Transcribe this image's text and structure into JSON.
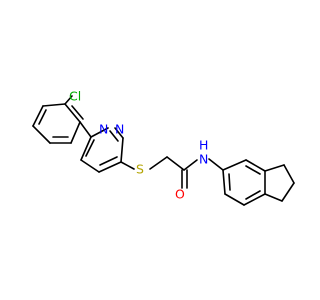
{
  "molecule": {
    "atoms": {
      "Cl": {
        "text": "Cl",
        "color": "#00aa00"
      },
      "N1": {
        "text": "N",
        "color": "#0000ff"
      },
      "N2": {
        "text": "N",
        "color": "#0000ff"
      },
      "S": {
        "text": "S",
        "color": "#b3a400"
      },
      "O": {
        "text": "O",
        "color": "#ff0000"
      },
      "NH": {
        "text": "N",
        "color": "#0000ff"
      },
      "H": {
        "text": "H",
        "color": "#0000ff"
      }
    }
  }
}
